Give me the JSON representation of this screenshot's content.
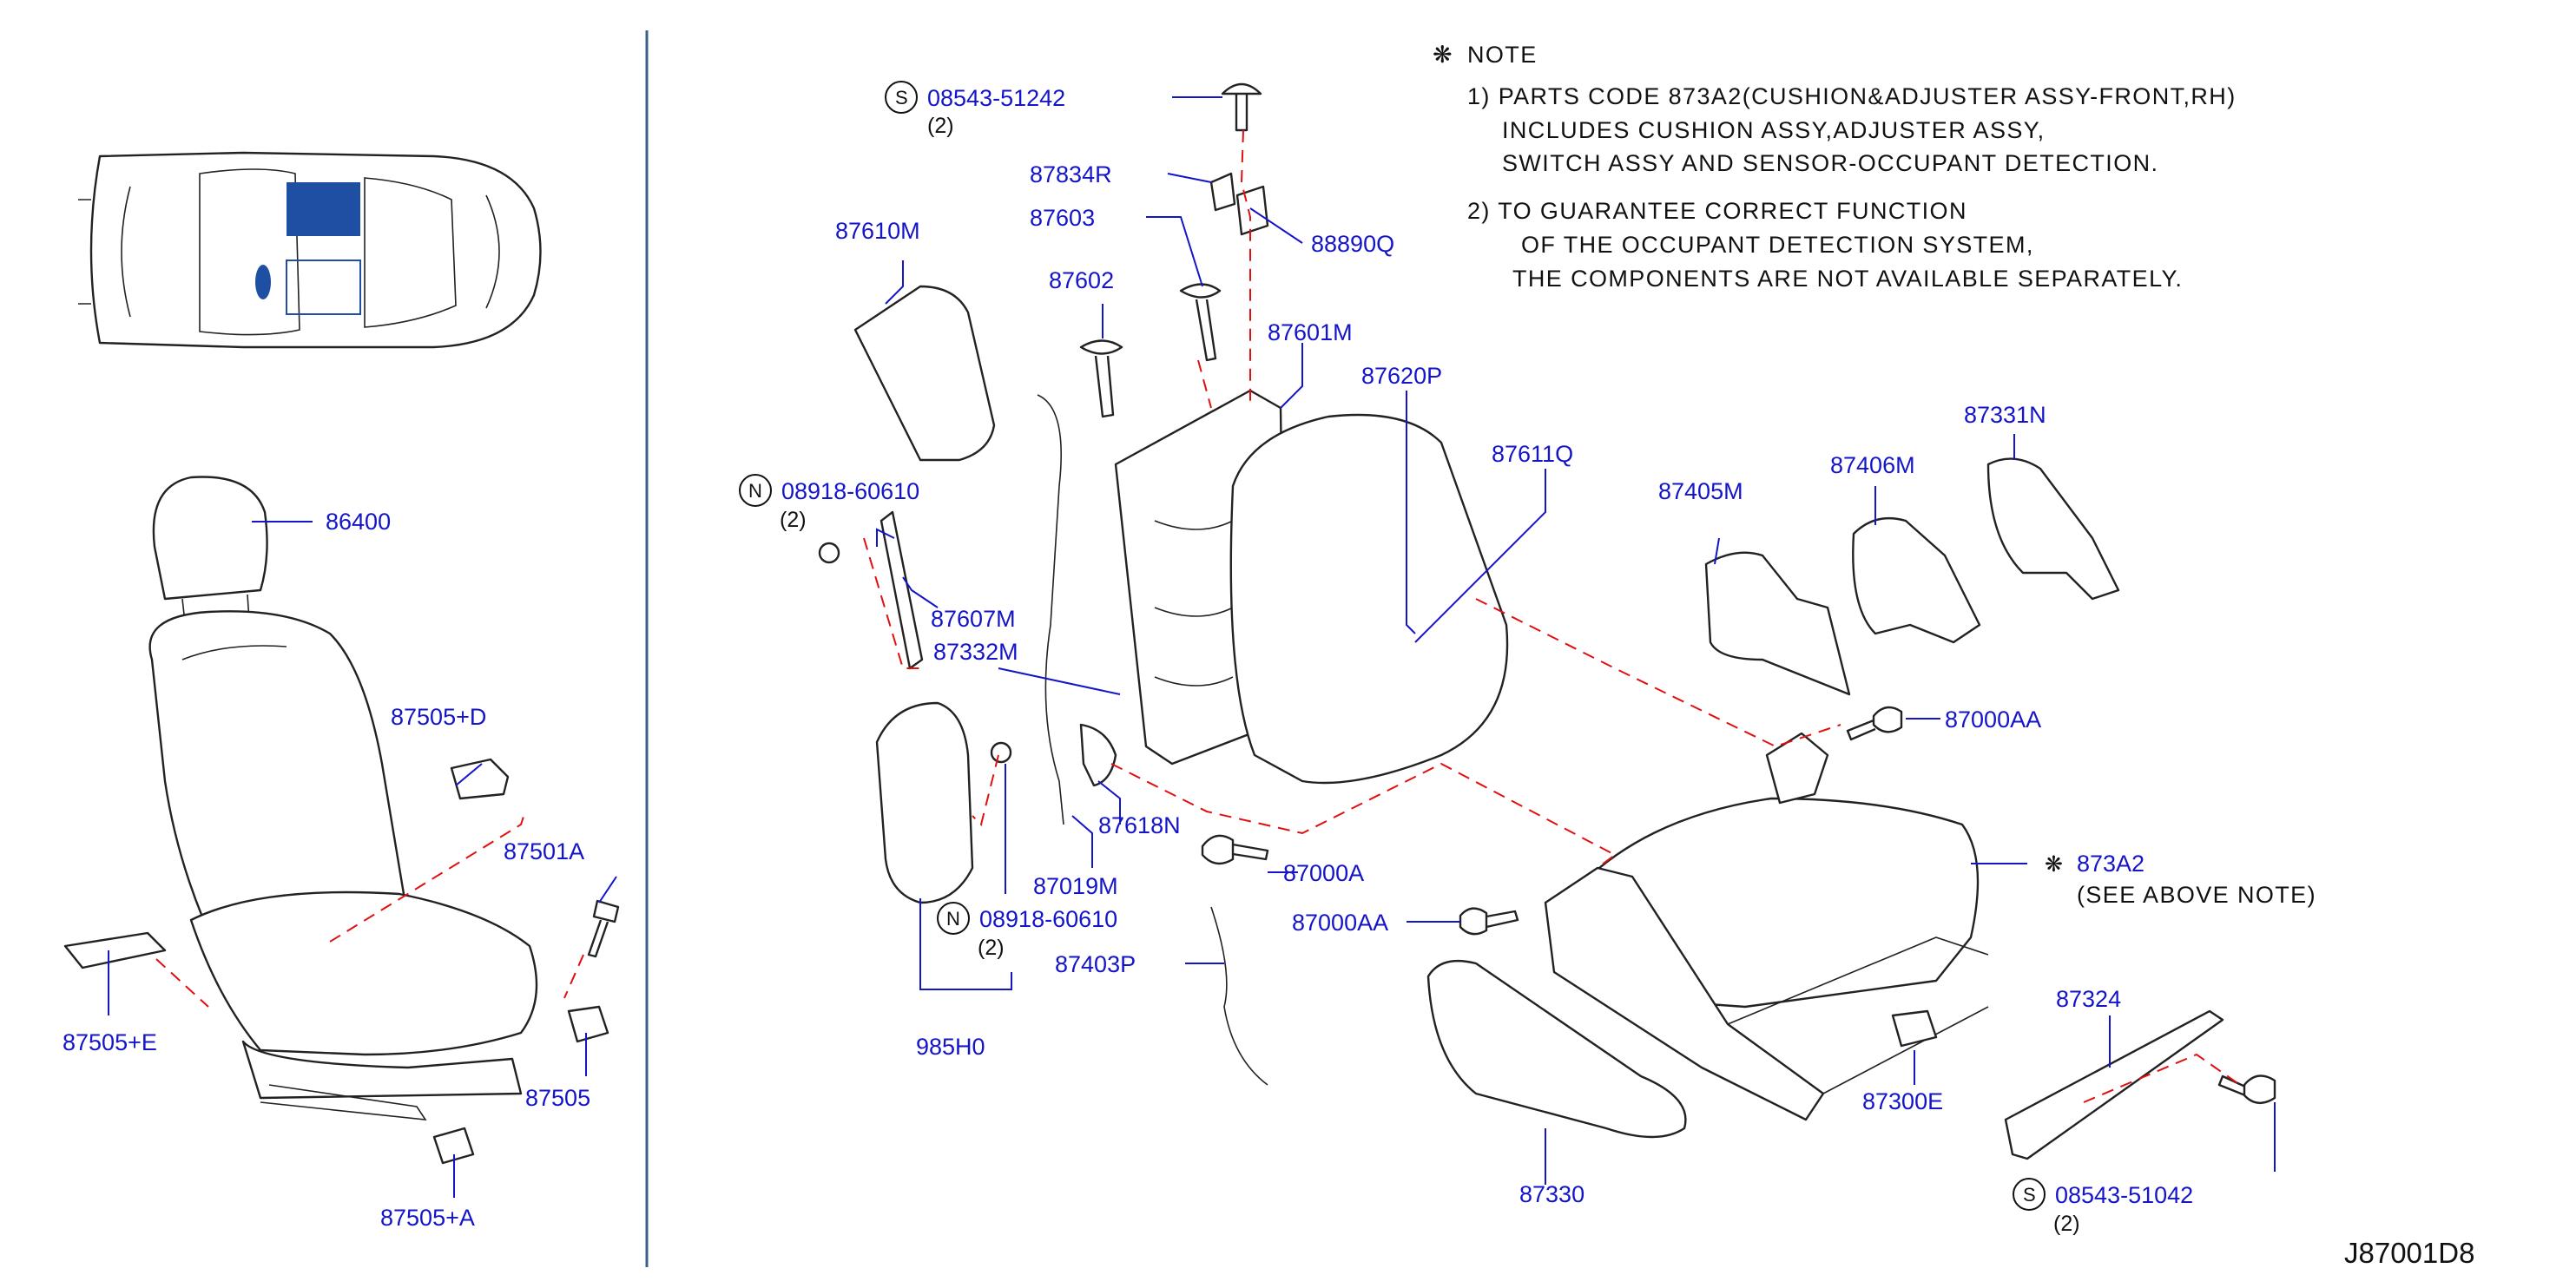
{
  "diagram_code": "J87001D8",
  "note": {
    "heading": "NOTE",
    "lines": [
      "1)  PARTS  CODE  873A2(CUSHION&ADJUSTER  ASSY-FRONT,RH)",
      "INCLUDES  CUSHION  ASSY,ADJUSTER  ASSY,",
      "SWITCH  ASSY  AND  SENSOR-OCCUPANT  DETECTION.",
      "2)  TO  GUARANTEE  CORRECT  FUNCTION",
      "OF  THE  OCCUPANT  DETECTION  SYSTEM,",
      "THE  COMPONENTS  ARE  NOT  AVAILABLE  SEPARATELY."
    ]
  },
  "colors": {
    "label": "#1414c8",
    "dashed_line": "#e01010",
    "ink": "#222222",
    "car_highlight": "#1f4fa3",
    "divider": "#3a5f8a"
  },
  "symbols": {
    "screw": "S",
    "nut": "N",
    "note_mark": "❋"
  },
  "parts": {
    "p86400": "86400",
    "p87505D": "87505+D",
    "p87501A": "87501A",
    "p87505E": "87505+E",
    "p87505": "87505",
    "p87505A": "87505+A",
    "s08543_51242": "08543-51242",
    "q1": "(2)",
    "p87834R": "87834R",
    "p87603": "87603",
    "p88890Q": "88890Q",
    "p87610M": "87610M",
    "p87602": "87602",
    "p87601M": "87601M",
    "p87620P": "87620P",
    "p87611Q": "87611Q",
    "n08918_60610_a": "08918-60610",
    "q2": "(2)",
    "p87607M": "87607M",
    "p87332M": "87332M",
    "p87618N": "87618N",
    "p87019M": "87019M",
    "p87000A": "87000A",
    "n08918_60610_b": "08918-60610",
    "q3": "(2)",
    "p985H0": "985H0",
    "p87403P": "87403P",
    "p87000AA_a": "87000AA",
    "p87405M": "87405M",
    "p87406M": "87406M",
    "p87331N": "87331N",
    "p87000AA_b": "87000AA",
    "p873A2": "873A2",
    "see_note": "(SEE  ABOVE  NOTE)",
    "p87324": "87324",
    "p87300E": "87300E",
    "p87330": "87330",
    "s08543_51042": "08543-51042",
    "q4": "(2)"
  }
}
